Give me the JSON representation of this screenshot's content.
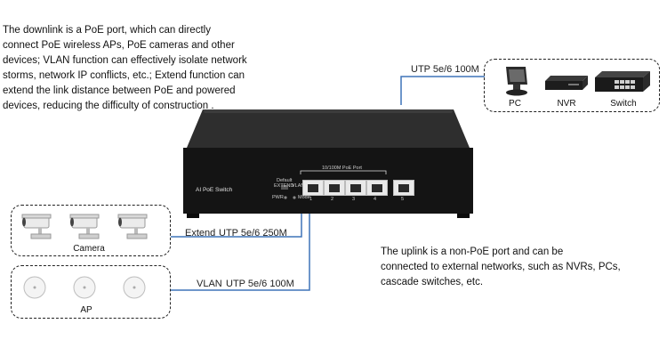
{
  "downlink_text": "The downlink is a PoE port, which can directly connect PoE wireless APs, PoE cameras and other devices; VLAN function can effectively isolate network storms, network IP conflicts, etc.; Extend function can extend the link distance between PoE and powered devices, reducing the difficulty of construction .",
  "downlink_lines": [
    "The downlink is a PoE port, which can directly",
    "connect PoE wireless APs, PoE cameras and other",
    "devices; VLAN function can effectively isolate network",
    "storms, network IP conflicts, etc.; Extend function can",
    "extend the link distance between PoE and powered",
    "devices, reducing the difficulty of construction ."
  ],
  "uplink_lines": [
    "The uplink is a non-PoE port and can be",
    "connected to external networks, such as NVRs, PCs,",
    "cascade switches, etc."
  ],
  "uplink_cable_label": "UTP 5e/6  100M",
  "extend_label": "Extend",
  "extend_cable_label": "UTP 5e/6  250M",
  "vlan_label": "VLAN",
  "vlan_cable_label": "UTP 5e/6  100M",
  "devices_right": {
    "pc": "PC",
    "nvr": "NVR",
    "switch": "Switch"
  },
  "camera_label": "Camera",
  "ap_label": "AP",
  "switch_panel": {
    "brand": "AI PoE Switch",
    "poe_port_label": "10/100M PoE Port",
    "port_numbers": [
      "1",
      "2",
      "3",
      "4",
      "5"
    ],
    "mode_label": "Default",
    "mode_options": [
      "EXTEND",
      "VLAN"
    ],
    "led_labels": [
      "PWR",
      "Mode"
    ]
  },
  "colors": {
    "cable": "#3e74b8",
    "device_dark": "#1b1b1b",
    "border": "#222222"
  }
}
